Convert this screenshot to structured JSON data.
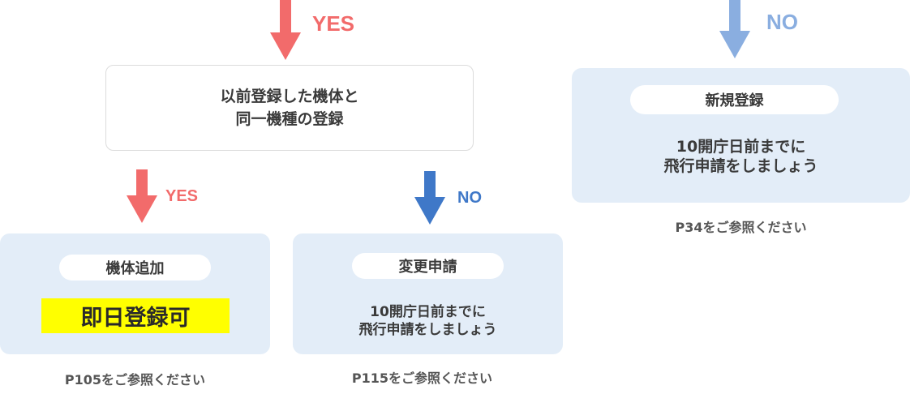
{
  "colors": {
    "yes": "#f26b6b",
    "no_dark": "#3f78c8",
    "no_light": "#8aaee0",
    "panel_bg": "#e3edf8",
    "highlight": "#ffff00"
  },
  "top_yes_label": "YES",
  "top_no_label": "NO",
  "question": {
    "line1": "以前登録した機体と",
    "line2": "同一機種の登録"
  },
  "branch_yes_label": "YES",
  "branch_no_label": "NO",
  "left_panel": {
    "pill": "機体追加",
    "highlight": "即日登録可",
    "ref": "P105をご参照ください"
  },
  "middle_panel": {
    "pill": "変更申請",
    "line1": "10開庁日前までに",
    "line2": "飛行申請をしましょう",
    "ref": "P115をご参照ください"
  },
  "right_panel": {
    "pill": "新規登録",
    "line1": "10開庁日前までに",
    "line2": "飛行申請をしましょう",
    "ref": "P34をご参照ください"
  }
}
